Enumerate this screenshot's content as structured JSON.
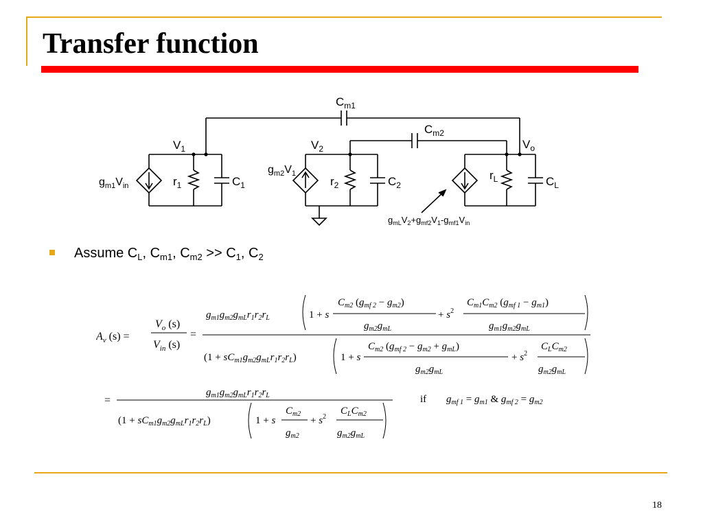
{
  "slide": {
    "title": "Transfer function",
    "page_number": "18",
    "colors": {
      "accent_line": "#e6a817",
      "title_bar": "#ff0000",
      "bullet": "#e6a817"
    }
  },
  "circuit": {
    "labels": {
      "cm1": "C",
      "cm1_sub": "m1",
      "cm2": "C",
      "cm2_sub": "m2",
      "v1": "V",
      "v1_sub": "1",
      "v2": "V",
      "v2_sub": "2",
      "vo": "V",
      "vo_sub": "o",
      "src1_a": "g",
      "src1_a_sub": "m1",
      "src1_b": "V",
      "src1_b_sub": "in",
      "src2_a": "g",
      "src2_a_sub": "m2",
      "src2_b": "V",
      "src2_b_sub": "1",
      "r1": "r",
      "r1_sub": "1",
      "c1": "C",
      "c1_sub": "1",
      "r2": "r",
      "r2_sub": "2",
      "c2": "C",
      "c2_sub": "2",
      "rl": "r",
      "rl_sub": "L",
      "cl": "C",
      "cl_sub": "L",
      "out_src": [
        "g",
        "mL",
        "V",
        "2",
        "+g",
        "mf2",
        "V",
        "1",
        "-g",
        "mf1",
        "V",
        "in"
      ]
    }
  },
  "bullet": {
    "parts": [
      "Assume C",
      "L",
      ", C",
      "m1",
      ", C",
      "m2",
      " >> C",
      "1",
      ", C",
      "2"
    ]
  },
  "equations": {
    "av": "A",
    "av_sub": "v",
    "s_arg": "(s)",
    "eq": "=",
    "vo": "V",
    "vo_sub": "o",
    "vin": "V",
    "vin_sub": "in",
    "num_prefix": "g",
    "num_prefix_full": "gm1gm2gmLr1r2rL",
    "row1_num": "g_m1 g_m2 g_mL r_1 r_2 r_L",
    "term_one_plus_s": "1 + s",
    "plus_s2": "+ s",
    "sq": "2",
    "if_label": "if",
    "condition": "g_mf1 = g_m1 & g_mf2 = g_m2"
  }
}
